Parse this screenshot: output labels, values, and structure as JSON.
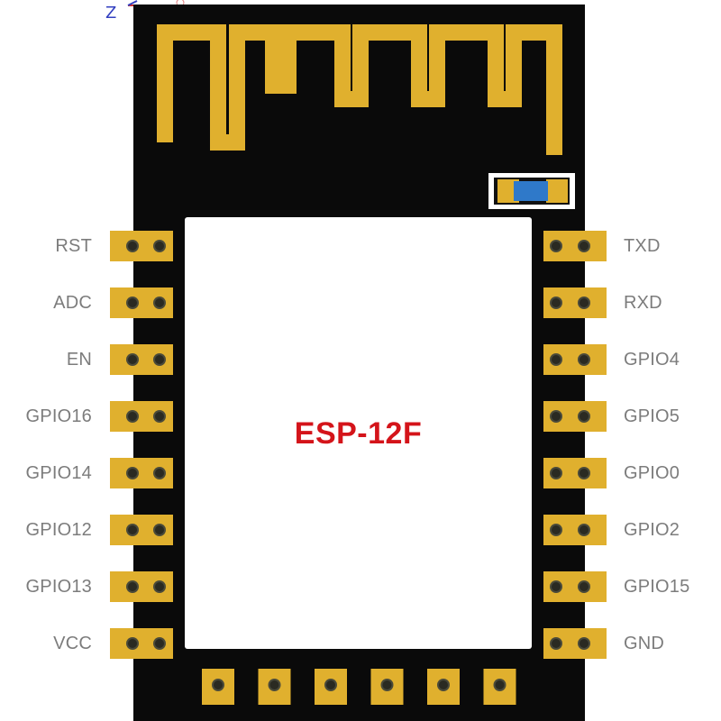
{
  "module": {
    "name": "ESP-12F"
  },
  "axis_indicator": {
    "label": "Z"
  },
  "pins": {
    "left": [
      "RST",
      "ADC",
      "EN",
      "GPIO16",
      "GPIO14",
      "GPIO12",
      "GPIO13",
      "VCC"
    ],
    "right": [
      "TXD",
      "RXD",
      "GPIO4",
      "GPIO5",
      "GPIO0",
      "GPIO2",
      "GPIO15",
      "GND"
    ],
    "bottom_pad_count": 6
  },
  "colors": {
    "board": "#0a0a0a",
    "gold": "#e0b02e",
    "shield": "#ffffff",
    "title": "#d4141a",
    "label": "#7c7c7c",
    "led": "#2f79c9"
  }
}
